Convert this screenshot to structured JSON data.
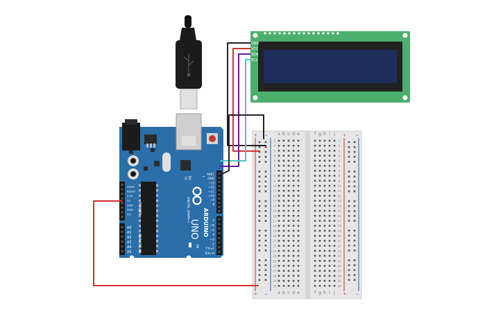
{
  "lcd": {
    "pins": [
      "GND",
      "VCC",
      "SDA",
      "SCL"
    ]
  },
  "arduino": {
    "brand": "ARDUINO",
    "model": "UNO",
    "digital_label": "DIGITAL (PWM~)",
    "power_label": "POWER",
    "analog_label": "ANALOG IN",
    "top_header": [
      "AREF",
      "GND",
      "~13",
      "~12",
      "~11",
      "~10",
      "~9",
      "8"
    ],
    "digital_lower": [
      "7",
      "~6",
      "~5",
      "4",
      "~3",
      "2",
      "TX→1",
      "RX←0"
    ],
    "power_pins": [
      "IOREF",
      "RESET",
      "3.3V",
      "5V",
      "GND",
      "GND",
      "Vin"
    ],
    "analog_pins": [
      "A0",
      "A1",
      "A2",
      "A3",
      "A4",
      "A5"
    ],
    "small_labels": [
      "TX",
      "RX",
      "L",
      "ON"
    ]
  },
  "breadboard": {
    "top_letters_left": [
      "a",
      "b",
      "c",
      "d",
      "e"
    ],
    "top_letters_right": [
      "f",
      "g",
      "h",
      "i",
      "j"
    ],
    "row_numbers": [
      "1",
      "2",
      "3",
      "4",
      "5",
      "6",
      "7",
      "8",
      "9",
      "10",
      "11",
      "12",
      "13",
      "14",
      "15",
      "16",
      "17",
      "18",
      "19",
      "20",
      "21",
      "22",
      "23",
      "24",
      "25",
      "26",
      "27",
      "28",
      "29",
      "30"
    ],
    "rail_plus": "+",
    "rail_minus": "−"
  },
  "colors": {
    "wire_black": "#222222",
    "wire_red": "#d32f2f",
    "wire_purple": "#6a1b9a",
    "wire_teal": "#4fc3c8",
    "lcd_green": "#4caf6e",
    "lcd_screen": "#1f2d5a",
    "arduino_blue": "#2a6eaa",
    "breadboard": "#e6e6e6"
  }
}
